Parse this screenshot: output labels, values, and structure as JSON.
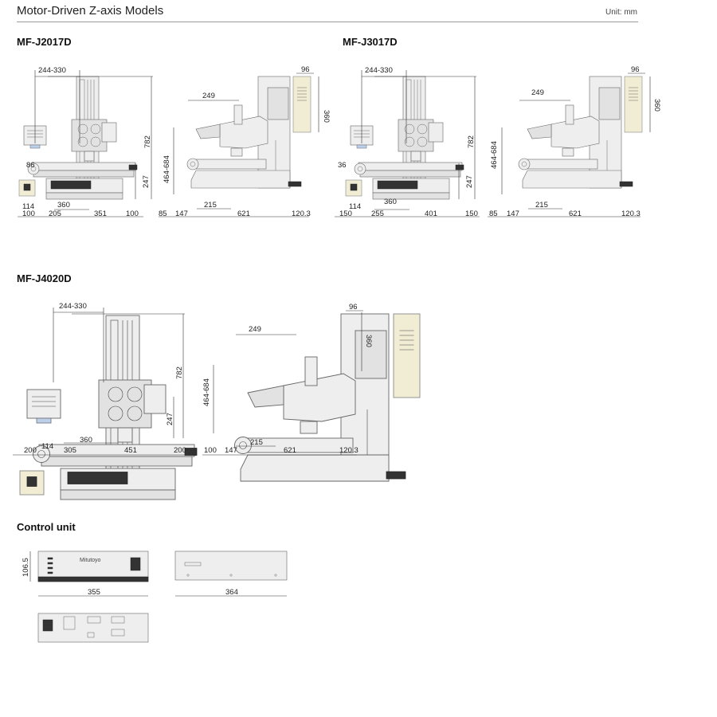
{
  "header": {
    "title": "Motor-Driven Z-axis Models",
    "unit": "Unit: mm"
  },
  "models": [
    {
      "name": "MF-J2017D",
      "front": {
        "top": "244-330",
        "height": "782",
        "stage": "247",
        "left_offset": "86",
        "cu_side": "114",
        "width": "360",
        "bottom": [
          "100",
          "205",
          "351",
          "100"
        ]
      },
      "side": {
        "top": "96",
        "unit_h": "360",
        "reach": "249",
        "z_range": "464-684",
        "bottom": [
          "85",
          "147",
          "621",
          "120.3"
        ],
        "inner": "215"
      }
    },
    {
      "name": "MF-J3017D",
      "front": {
        "top": "244-330",
        "height": "782",
        "stage": "247",
        "left_offset": "36",
        "cu_side": "114",
        "width": "360",
        "bottom": [
          "150",
          "255",
          "401",
          "150"
        ]
      },
      "side": {
        "top": "96",
        "unit_h": "360",
        "reach": "249",
        "z_range": "464-684",
        "bottom": [
          "85",
          "147",
          "621",
          "120.3"
        ],
        "inner": "215"
      }
    },
    {
      "name": "MF-J4020D",
      "front": {
        "top": "244-330",
        "height": "782",
        "stage": "247",
        "cu_side": "114",
        "width": "360",
        "bottom": [
          "200",
          "305",
          "451",
          "200"
        ]
      },
      "side": {
        "top": "96",
        "unit_h": "360",
        "reach": "249",
        "z_range": "464-684",
        "bottom": [
          "100",
          "147",
          "621",
          "120.3"
        ],
        "inner": "215"
      }
    }
  ],
  "control_unit": {
    "title": "Control unit",
    "brand": "Mitutoyo",
    "height": "106.5",
    "width": "355",
    "depth": "364"
  }
}
